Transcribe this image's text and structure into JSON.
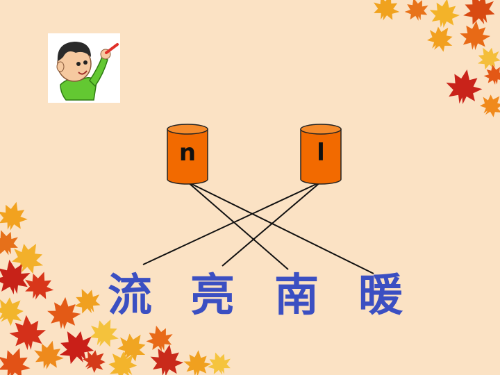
{
  "cylinders": [
    {
      "letter": "n"
    },
    {
      "letter": "l"
    }
  ],
  "characters": [
    "流",
    "亮",
    "南",
    "暖"
  ],
  "colors": {
    "background": "#fbe2c4",
    "cylinder": "#f26a00",
    "character": "#3b4fc2",
    "line": "#111111"
  },
  "icons": {
    "boy": "boy-drawing-icon",
    "leaves": "autumn-maple-leaf-icon"
  }
}
